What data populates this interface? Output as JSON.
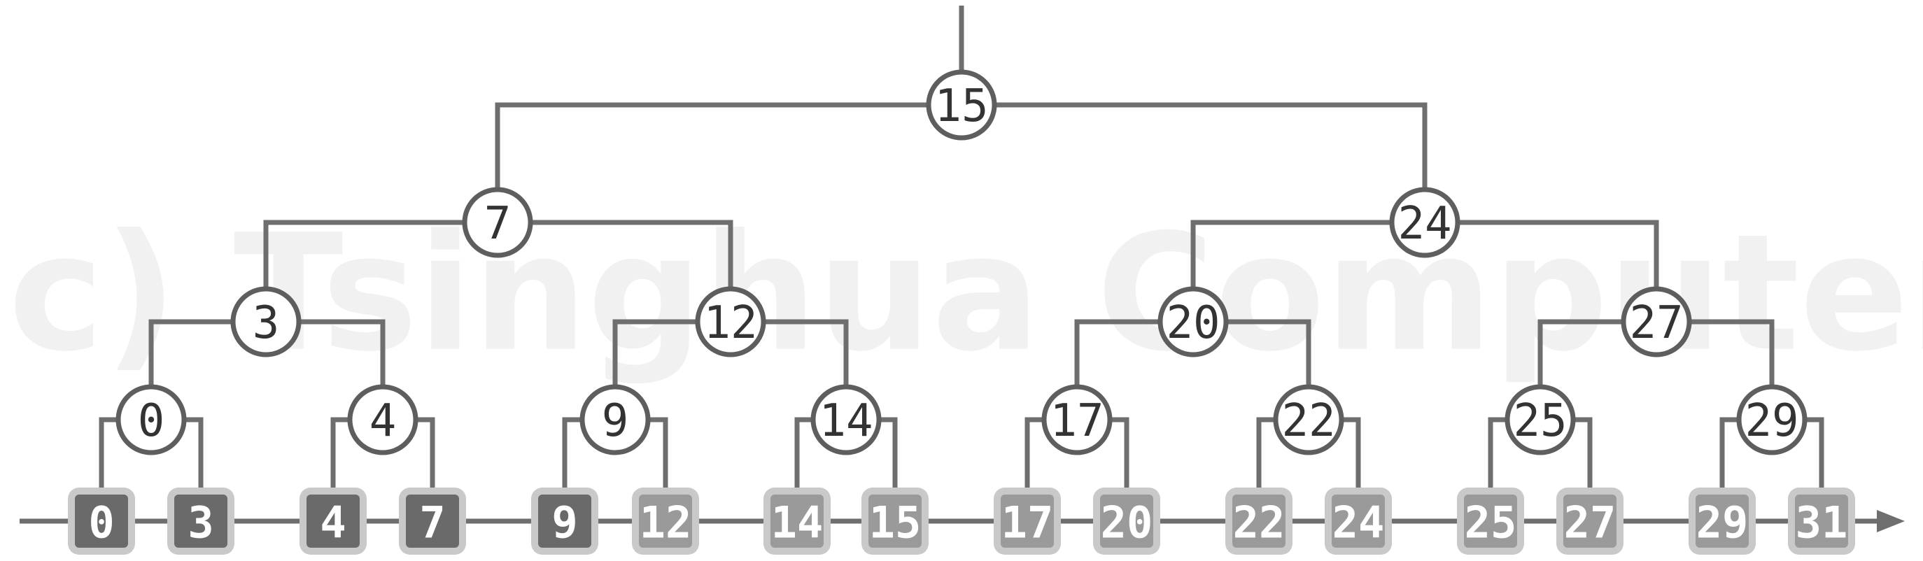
{
  "watermark": "(c) Tsinghua Computer",
  "colors": {
    "line": "#6e6e6e",
    "node_stroke": "#5e5e5e",
    "leaf_fill_dark": "#6a6a6a",
    "leaf_fill_light": "#9a9a9a",
    "leaf_border": "#c9c9c9",
    "node_text": "#333333",
    "leaf_text": "#ffffff"
  },
  "tree": {
    "root": "15",
    "level1": [
      "7",
      "24"
    ],
    "level2": [
      "3",
      "12",
      "20",
      "27"
    ],
    "level3": [
      "0",
      "4",
      "9",
      "14",
      "17",
      "22",
      "25",
      "29"
    ]
  },
  "leaves": [
    {
      "label": "0",
      "style": "dark"
    },
    {
      "label": "3",
      "style": "dark"
    },
    {
      "label": "4",
      "style": "dark"
    },
    {
      "label": "7",
      "style": "dark"
    },
    {
      "label": "9",
      "style": "dark"
    },
    {
      "label": "12",
      "style": "light"
    },
    {
      "label": "14",
      "style": "light"
    },
    {
      "label": "15",
      "style": "light"
    },
    {
      "label": "17",
      "style": "light"
    },
    {
      "label": "20",
      "style": "light"
    },
    {
      "label": "22",
      "style": "light"
    },
    {
      "label": "24",
      "style": "light"
    },
    {
      "label": "25",
      "style": "light"
    },
    {
      "label": "27",
      "style": "light"
    },
    {
      "label": "29",
      "style": "light"
    },
    {
      "label": "31",
      "style": "light"
    }
  ]
}
